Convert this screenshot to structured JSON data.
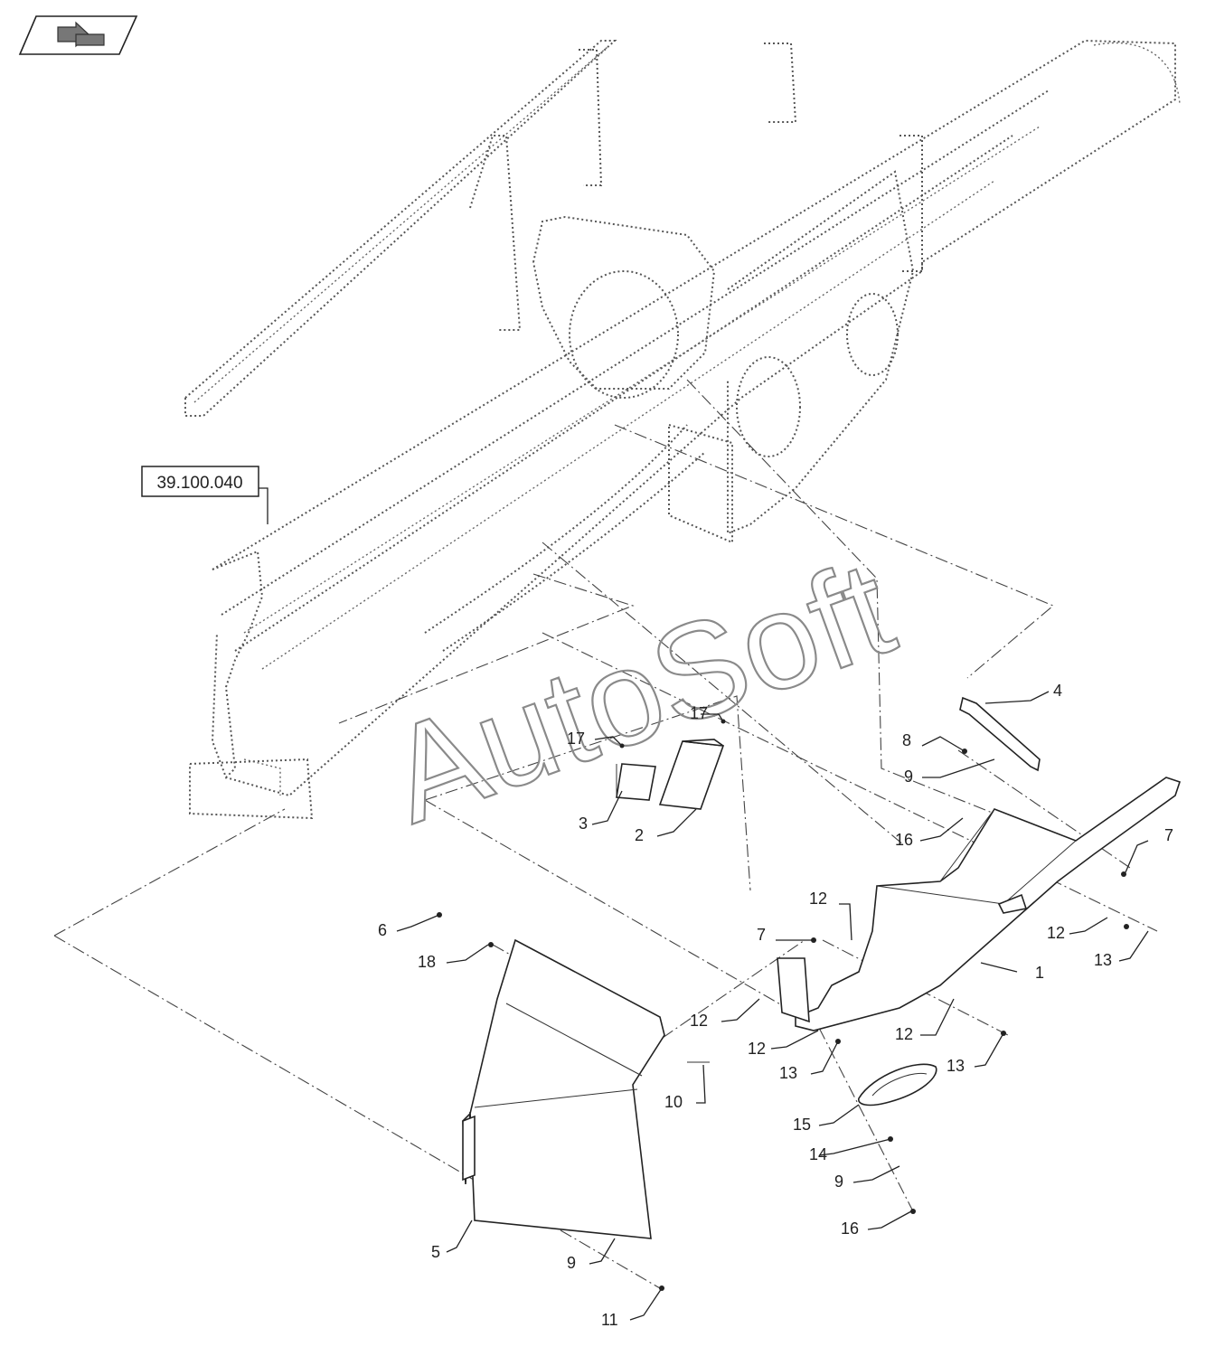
{
  "nav_icon": "return-arrow-icon",
  "reference_label": "39.100.040",
  "watermark": "AutoSoft",
  "callouts": {
    "c1": "1",
    "c2": "2",
    "c3": "3",
    "c4": "4",
    "c5": "5",
    "c6": "6",
    "c7a": "7",
    "c7b": "7",
    "c8": "8",
    "c9a": "9",
    "c9b": "9",
    "c9c": "9",
    "c10": "10",
    "c11": "11",
    "c12a": "12",
    "c12b": "12",
    "c12c": "12",
    "c12d": "12",
    "c12e": "12",
    "c13a": "13",
    "c13b": "13",
    "c13c": "13",
    "c14": "14",
    "c15": "15",
    "c16a": "16",
    "c16b": "16",
    "c17a": "17",
    "c17b": "17",
    "c18": "18"
  }
}
